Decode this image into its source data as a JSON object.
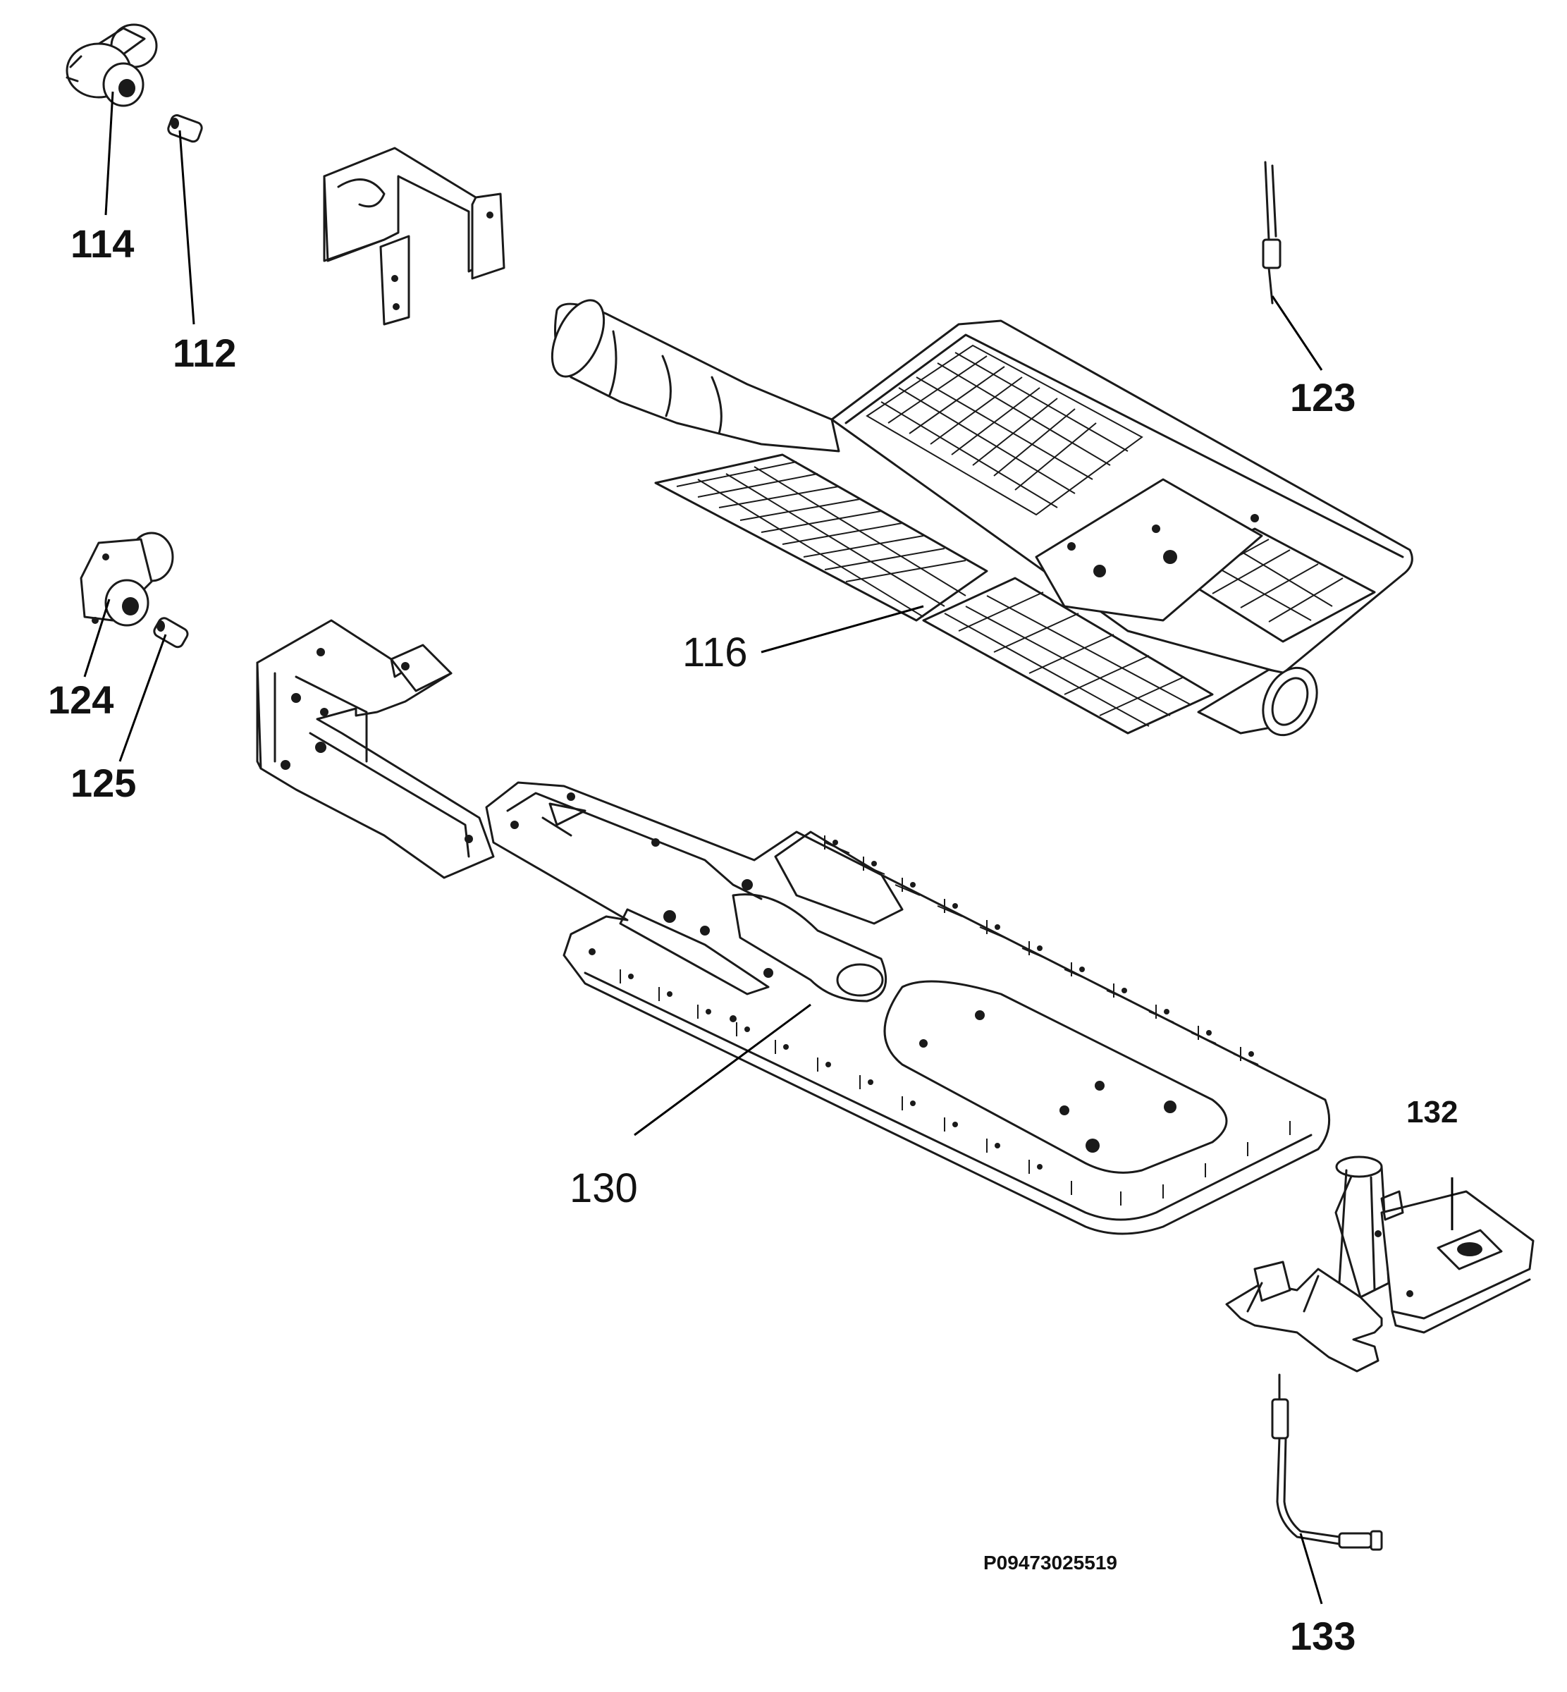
{
  "callouts": {
    "c114": "114",
    "c112": "112",
    "c123": "123",
    "c124": "124",
    "c125": "125",
    "c116": "116",
    "c130": "130",
    "c132": "132",
    "c133": "133"
  },
  "drawing_code": "P09473025519"
}
